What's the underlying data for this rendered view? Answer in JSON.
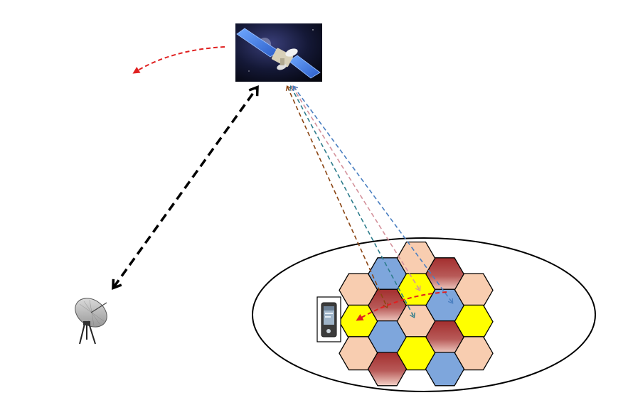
{
  "diagram": {
    "nodes": [
      {
        "id": "satellite",
        "icon": "satellite-icon"
      },
      {
        "id": "gateway",
        "icon": "satellite-dish-icon"
      },
      {
        "id": "user-terminal",
        "icon": "handheld-device-icon"
      },
      {
        "id": "coverage-area",
        "icon": "coverage-ellipse"
      }
    ],
    "feeder_link": {
      "from": "gateway",
      "to": "satellite",
      "style": "dashed",
      "bidirectional": true,
      "color": "#000000"
    },
    "beam_links": [
      {
        "color": "#8B4513"
      },
      {
        "color": "#2E7D8C"
      },
      {
        "color": "#D4929C"
      },
      {
        "color": "#4A7FC1"
      }
    ],
    "handover_arrows": [
      {
        "location": "satellite",
        "color": "#E02020"
      },
      {
        "location": "coverage-area",
        "color": "#E02020"
      }
    ],
    "cell_colors": {
      "peach": "#F8CDB0",
      "blue": "#7EA6DC",
      "yellow": "#FFFF00",
      "red": "#A93A3A"
    },
    "cells": [
      {
        "row": 0,
        "col": 2,
        "color": "peach"
      },
      {
        "row": 1,
        "col": 1,
        "color": "blue"
      },
      {
        "row": 1,
        "col": 3,
        "color": "red"
      },
      {
        "row": 2,
        "col": 0,
        "color": "peach"
      },
      {
        "row": 2,
        "col": 2,
        "color": "yellow"
      },
      {
        "row": 2,
        "col": 4,
        "color": "peach"
      },
      {
        "row": 3,
        "col": 1,
        "color": "red"
      },
      {
        "row": 3,
        "col": 3,
        "color": "blue"
      },
      {
        "row": 4,
        "col": 0,
        "color": "yellow"
      },
      {
        "row": 4,
        "col": 2,
        "color": "peach"
      },
      {
        "row": 4,
        "col": 4,
        "color": "yellow"
      },
      {
        "row": 5,
        "col": 1,
        "color": "blue"
      },
      {
        "row": 5,
        "col": 3,
        "color": "red"
      },
      {
        "row": 6,
        "col": 0,
        "color": "peach"
      },
      {
        "row": 6,
        "col": 2,
        "color": "yellow"
      },
      {
        "row": 6,
        "col": 4,
        "color": "peach"
      },
      {
        "row": 7,
        "col": 1,
        "color": "red"
      },
      {
        "row": 7,
        "col": 3,
        "color": "blue"
      }
    ]
  }
}
